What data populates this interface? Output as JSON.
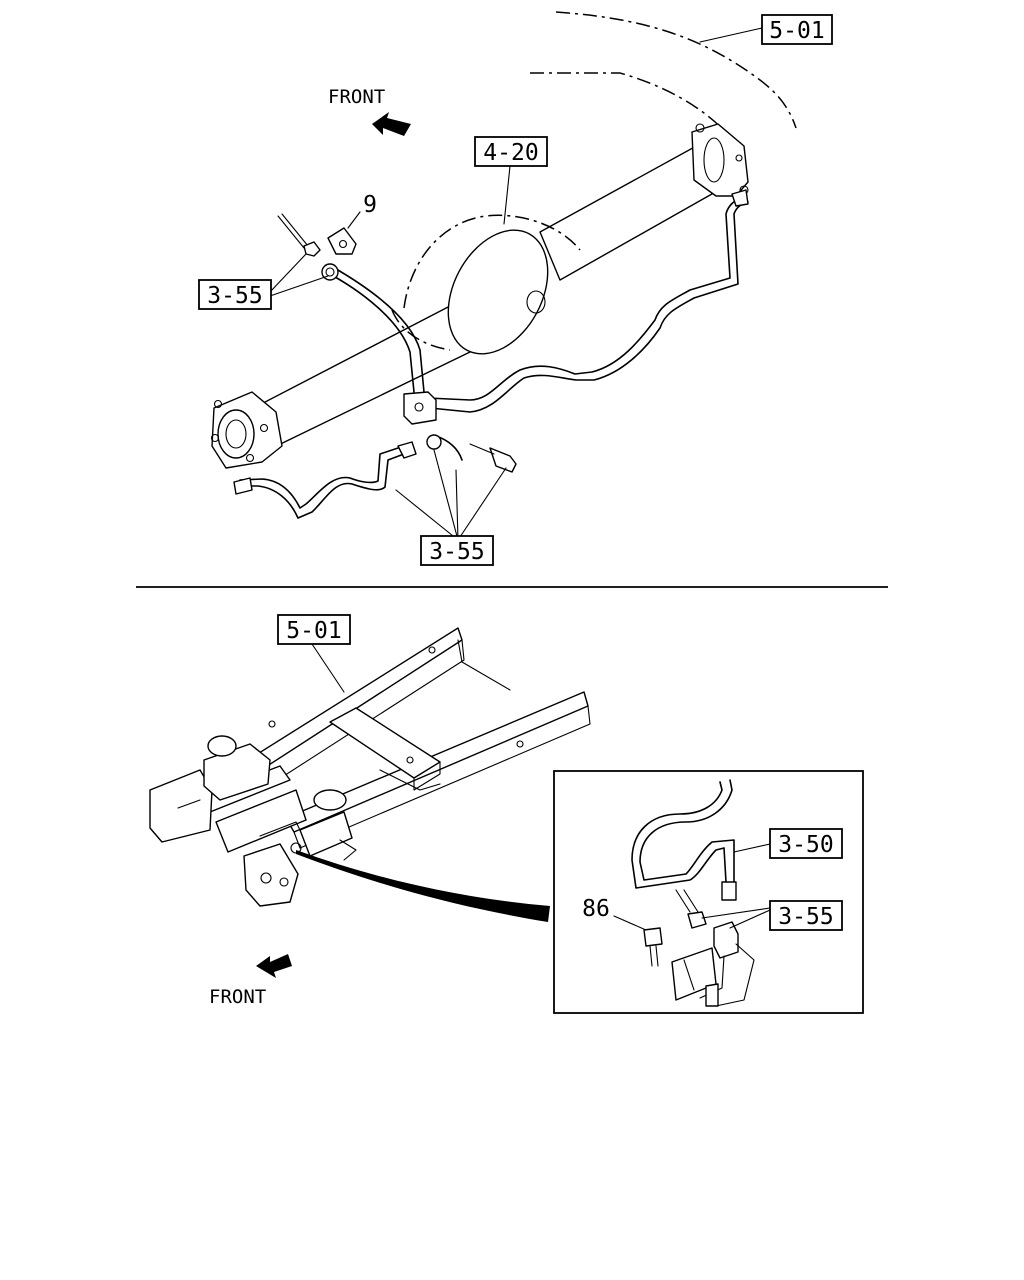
{
  "callouts": {
    "body_top": "5-01",
    "axle": "4-20",
    "clip": "9",
    "pipe_upper_left": "3-55",
    "pipe_lower": "3-55",
    "frame": "5-01",
    "inset_pipe": "3-50",
    "inset_fitting": "3-55",
    "inset_bolt": "86"
  },
  "front_labels": {
    "upper": "FRONT",
    "lower": "FRONT"
  },
  "icons": {
    "front_arrow": "front-arrow-icon",
    "detail_pointer": "detail-pointer-icon"
  }
}
